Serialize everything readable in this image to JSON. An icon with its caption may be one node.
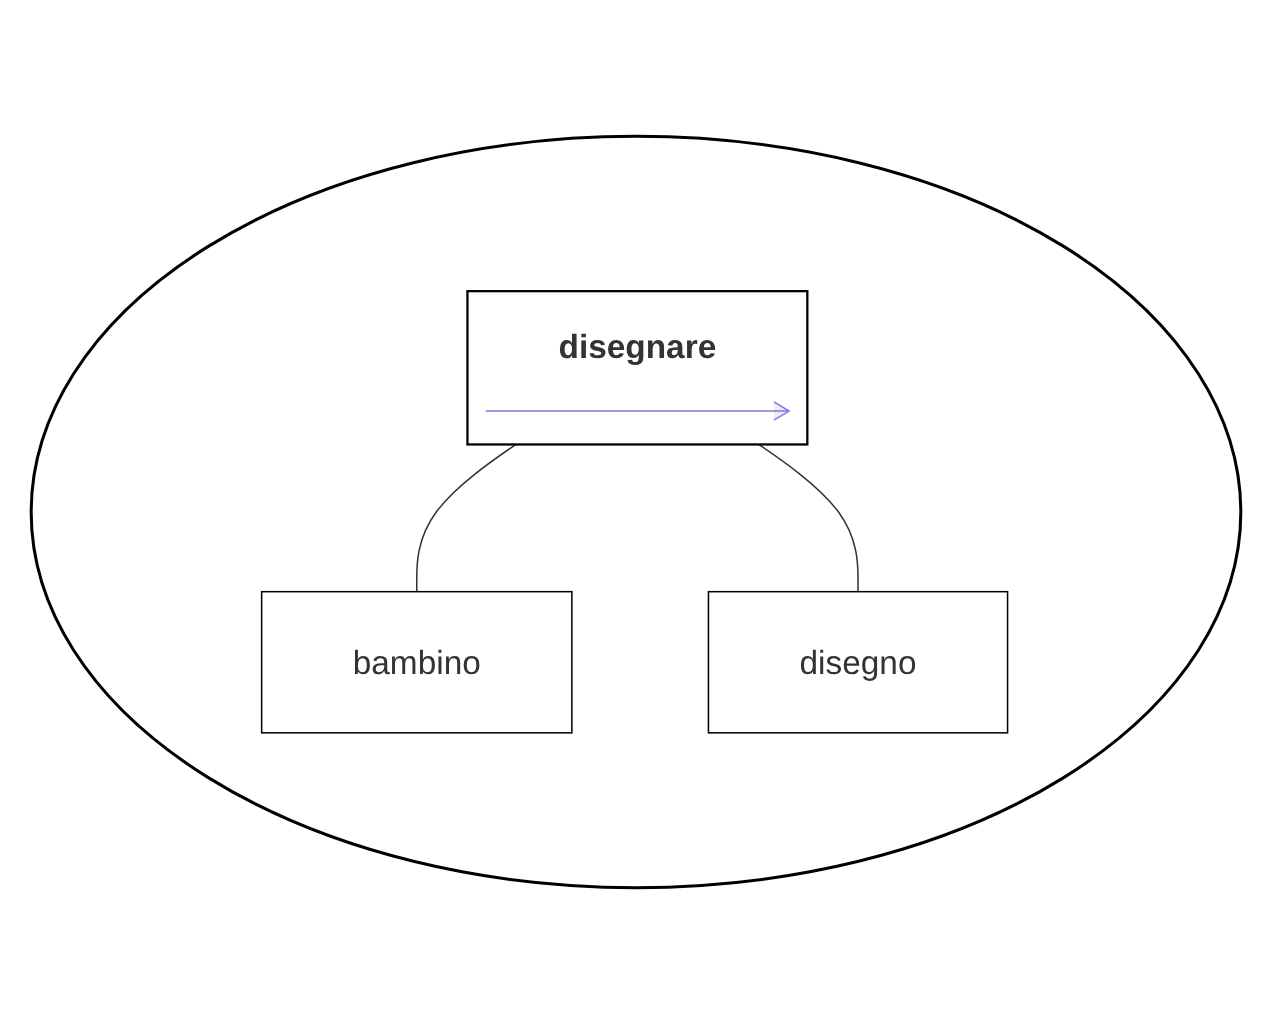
{
  "diagram": {
    "nodes": [
      {
        "text": [],
        "shape": "circle"
      },
      {
        "text": [
          "disegnare"
        ],
        "in": 0
      },
      {
        "text": [
          "bambino"
        ],
        "in": 0
      },
      {
        "text": [
          "disegno"
        ],
        "in": 0
      }
    ],
    "edges": [
      {
        "from": 1,
        "to": 2,
        "arrow": "none"
      },
      {
        "from": 1,
        "to": 3,
        "arrow": "none"
      }
    ]
  }
}
